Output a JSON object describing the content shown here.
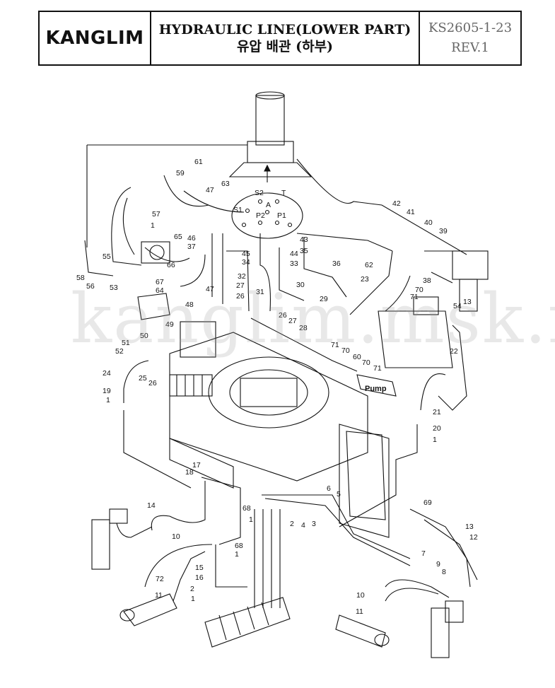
{
  "header": {
    "logo": "KANGLIM",
    "title_en": "HYDRAULIC LINE(LOWER PART)",
    "title_ko": "유압 배관 (하부)",
    "doc_number": "KS2605-1-23",
    "revision": "REV.1"
  },
  "watermark": "kanglim.msk.ru",
  "diagram": {
    "pump_label": "Pump",
    "port_labels": [
      "S2",
      "T",
      "S1",
      "A",
      "P2",
      "P1"
    ],
    "callouts": [
      "61",
      "59",
      "47",
      "63",
      "57",
      "1",
      "65",
      "46",
      "37",
      "66",
      "45",
      "34",
      "44",
      "33",
      "35",
      "43",
      "42",
      "41",
      "40",
      "39",
      "58",
      "55",
      "56",
      "53",
      "67",
      "64",
      "48",
      "47",
      "32",
      "27",
      "31",
      "26",
      "36",
      "23",
      "62",
      "30",
      "29",
      "38",
      "70",
      "71",
      "54",
      "13",
      "49",
      "50",
      "51",
      "52",
      "26",
      "27",
      "28",
      "71",
      "70",
      "60",
      "70",
      "71",
      "22",
      "24",
      "25",
      "26",
      "19",
      "1",
      "21",
      "20",
      "1",
      "18",
      "17",
      "14",
      "6",
      "5",
      "68",
      "2",
      "1",
      "4",
      "3",
      "69",
      "13",
      "12",
      "10",
      "68",
      "1",
      "72",
      "15",
      "16",
      "2",
      "1",
      "11",
      "7",
      "9",
      "8",
      "10",
      "11"
    ]
  },
  "colors": {
    "line": "#111111",
    "border": "#111111",
    "doc_text": "#666666",
    "watermark": "#999999"
  }
}
